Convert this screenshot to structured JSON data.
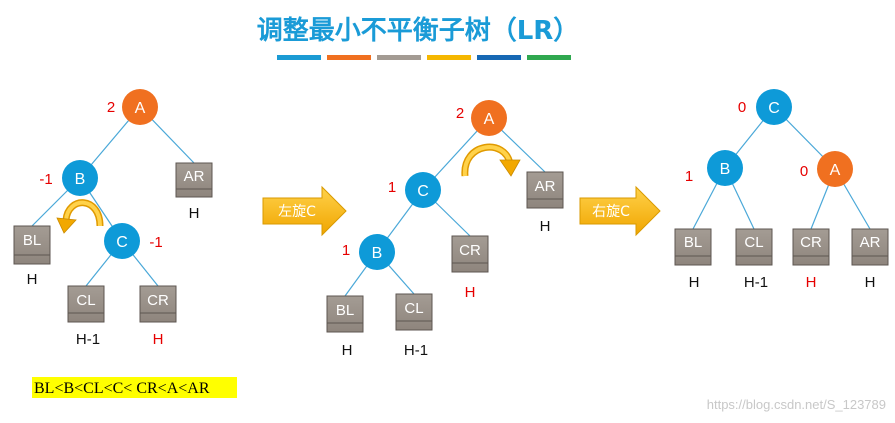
{
  "title": "调整最小不平衡子树（LR）",
  "colors": {
    "blue_node": "#0e9ad8",
    "orange_node": "#f07020",
    "subtree_box": "#9a9189",
    "edge": "#4aa8d8",
    "arrow_fill": "#f5b000",
    "highlight": "#ffff00",
    "title": "#1a9bd7"
  },
  "title_bar_colors": [
    "#1b9bd4",
    "#f07020",
    "#a39b93",
    "#f5b700",
    "#1668b4",
    "#2fa84f"
  ],
  "stage1": {
    "A": {
      "label": "A",
      "bf": "2"
    },
    "B": {
      "label": "B",
      "bf": "-1"
    },
    "C": {
      "label": "C",
      "bf": "-1"
    },
    "AR": {
      "label": "AR",
      "height": "H"
    },
    "BL": {
      "label": "BL",
      "height": "H"
    },
    "CL": {
      "label": "CL",
      "height": "H-1"
    },
    "CR": {
      "label": "CR",
      "height": "H"
    }
  },
  "arrow1": {
    "label": "左旋C"
  },
  "stage2": {
    "A": {
      "label": "A",
      "bf": "2"
    },
    "C": {
      "label": "C",
      "bf": "1"
    },
    "B": {
      "label": "B",
      "bf": "1"
    },
    "AR": {
      "label": "AR",
      "height": "H"
    },
    "CR": {
      "label": "CR",
      "height": "H"
    },
    "BL": {
      "label": "BL",
      "height": "H"
    },
    "CL": {
      "label": "CL",
      "height": "H-1"
    }
  },
  "arrow2": {
    "label": "右旋C"
  },
  "stage3": {
    "C": {
      "label": "C",
      "bf": "0"
    },
    "B": {
      "label": "B",
      "bf": "1"
    },
    "A": {
      "label": "A",
      "bf": "0"
    },
    "BL": {
      "label": "BL",
      "height": "H"
    },
    "CL": {
      "label": "CL",
      "height": "H-1"
    },
    "CR": {
      "label": "CR",
      "height": "H"
    },
    "AR": {
      "label": "AR",
      "height": "H"
    }
  },
  "inequality": "BL<B<CL<C< CR<A<AR",
  "watermark": "https://blog.csdn.net/S_123789"
}
